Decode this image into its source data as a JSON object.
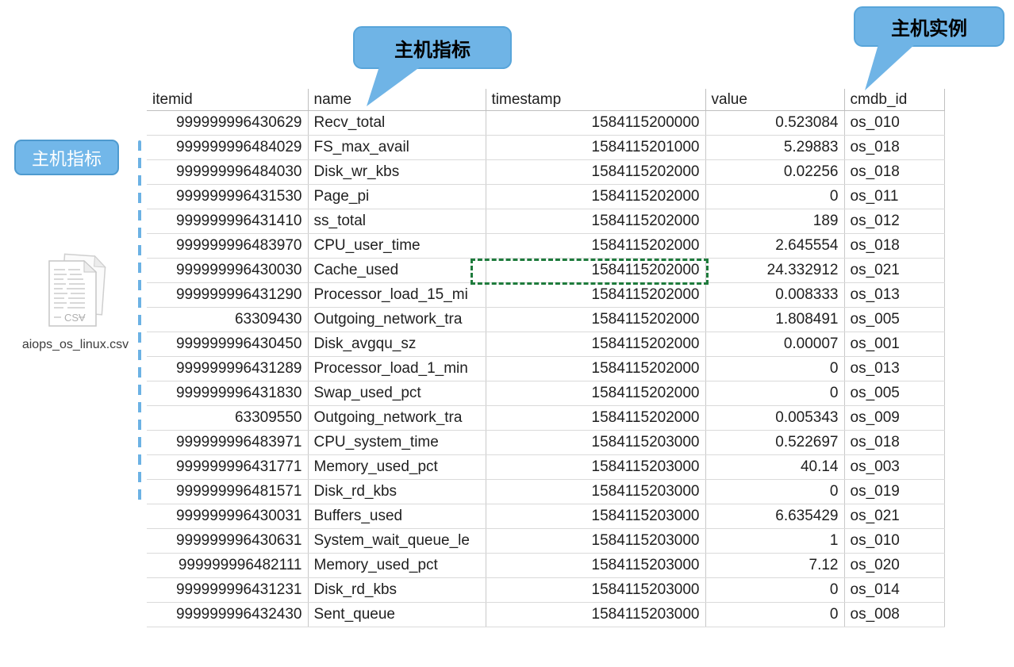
{
  "annotations": {
    "callout_name": {
      "label": "主机指标"
    },
    "callout_cmdb": {
      "label": "主机实例"
    },
    "side_label": {
      "label": "主机指标"
    },
    "bubble_color": "#6FB4E6",
    "selection_color": "#1E7B3C"
  },
  "file": {
    "name": "aiops_os_linux.csv",
    "icon_text": "CSV"
  },
  "table": {
    "columns": [
      {
        "key": "itemid",
        "label": "itemid",
        "align": "right"
      },
      {
        "key": "name",
        "label": "name",
        "align": "left"
      },
      {
        "key": "timestamp",
        "label": "timestamp",
        "align": "right"
      },
      {
        "key": "value",
        "label": "value",
        "align": "right"
      },
      {
        "key": "cmdb_id",
        "label": "cmdb_id",
        "align": "left"
      }
    ],
    "rows": [
      [
        "999999996430629",
        "Recv_total",
        "1584115200000",
        "0.523084",
        "os_010"
      ],
      [
        "999999996484029",
        "FS_max_avail",
        "1584115201000",
        "5.29883",
        "os_018"
      ],
      [
        "999999996484030",
        "Disk_wr_kbs",
        "1584115202000",
        "0.02256",
        "os_018"
      ],
      [
        "999999996431530",
        "Page_pi",
        "1584115202000",
        "0",
        "os_011"
      ],
      [
        "999999996431410",
        "ss_total",
        "1584115202000",
        "189",
        "os_012"
      ],
      [
        "999999996483970",
        "CPU_user_time",
        "1584115202000",
        "2.645554",
        "os_018"
      ],
      [
        "999999996430030",
        "Cache_used",
        "1584115202000",
        "24.332912",
        "os_021"
      ],
      [
        "999999996431290",
        "Processor_load_15_mi",
        "1584115202000",
        "0.008333",
        "os_013"
      ],
      [
        "63309430",
        "Outgoing_network_tra",
        "1584115202000",
        "1.808491",
        "os_005"
      ],
      [
        "999999996430450",
        "Disk_avgqu_sz",
        "1584115202000",
        "0.00007",
        "os_001"
      ],
      [
        "999999996431289",
        "Processor_load_1_min",
        "1584115202000",
        "0",
        "os_013"
      ],
      [
        "999999996431830",
        "Swap_used_pct",
        "1584115202000",
        "0",
        "os_005"
      ],
      [
        "63309550",
        "Outgoing_network_tra",
        "1584115202000",
        "0.005343",
        "os_009"
      ],
      [
        "999999996483971",
        "CPU_system_time",
        "1584115203000",
        "0.522697",
        "os_018"
      ],
      [
        "999999996431771",
        "Memory_used_pct",
        "1584115203000",
        "40.14",
        "os_003"
      ],
      [
        "999999996481571",
        "Disk_rd_kbs",
        "1584115203000",
        "0",
        "os_019"
      ],
      [
        "999999996430031",
        "Buffers_used",
        "1584115203000",
        "6.635429",
        "os_021"
      ],
      [
        "999999996430631",
        "System_wait_queue_le",
        "1584115203000",
        "1",
        "os_010"
      ],
      [
        "999999996482111",
        "Memory_used_pct",
        "1584115203000",
        "7.12",
        "os_020"
      ],
      [
        "999999996431231",
        "Disk_rd_kbs",
        "1584115203000",
        "0",
        "os_014"
      ],
      [
        "999999996432430",
        "Sent_queue",
        "1584115203000",
        "0",
        "os_008"
      ]
    ],
    "selection": {
      "row_index": 7,
      "column": "timestamp",
      "value": "1584115202000"
    }
  }
}
